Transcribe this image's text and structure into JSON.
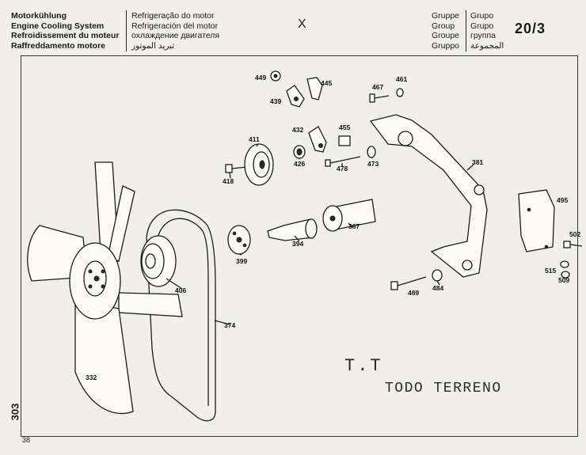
{
  "header": {
    "titles_left": [
      "Motorkühlung",
      "Engine Cooling System",
      "Refroidissement du moteur",
      "Raffreddamento motore"
    ],
    "titles_right": [
      "Refrigeração do motor",
      "Refrigeración del motor",
      "охлаждение двигателя",
      "تبريد الموتور"
    ],
    "group_labels_left": [
      "Gruppe",
      "Group",
      "Groupe",
      "Gruppo"
    ],
    "group_labels_right": [
      "Grupo",
      "Grupo",
      "группа",
      "المجموعة"
    ],
    "group_number": "20/3",
    "cross_mark": "X"
  },
  "parts": {
    "p449": "449",
    "p445": "445",
    "p439": "439",
    "p467": "467",
    "p461": "461",
    "p432": "432",
    "p455": "455",
    "p411": "411",
    "p426": "426",
    "p478": "478",
    "p473": "473",
    "p381": "381",
    "p418": "418",
    "p495": "495",
    "p502": "502",
    "p387": "387",
    "p394": "394",
    "p399": "399",
    "p406": "406",
    "p515": "515",
    "p509": "509",
    "p489": "489",
    "p484": "484",
    "p374": "374",
    "p332": "332"
  },
  "stamp": {
    "line1": "T.T",
    "line2": "TODO TERRENO"
  },
  "footer": {
    "page_code": "303",
    "page_number": "38"
  }
}
